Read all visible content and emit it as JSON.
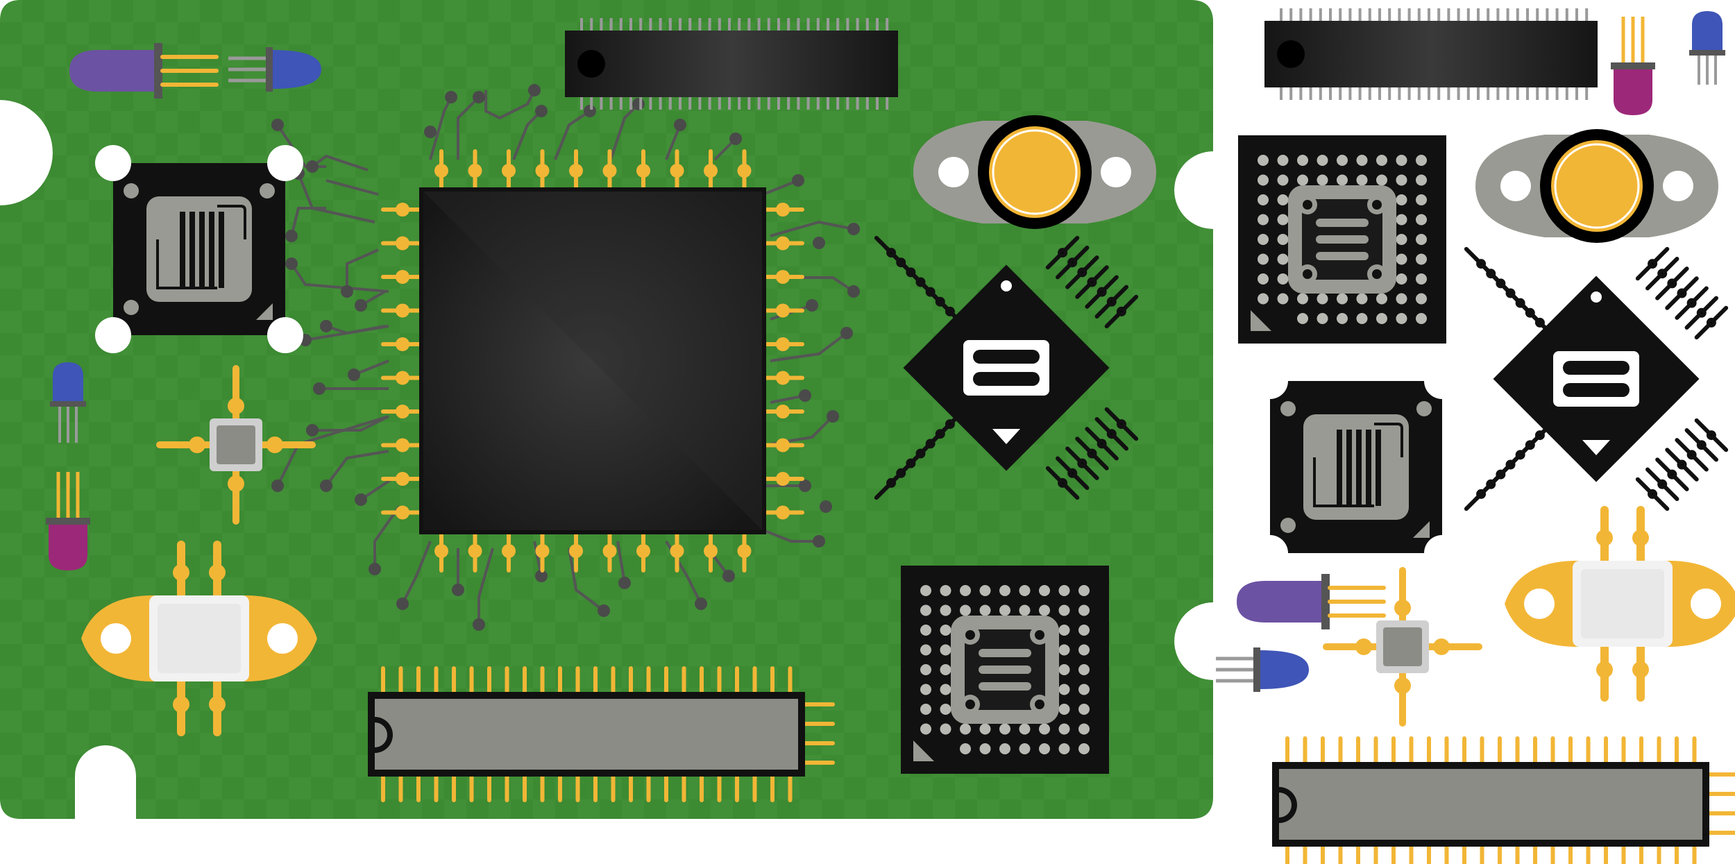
{
  "illustration": {
    "subject": "pcb-electronic-components",
    "colors": {
      "board": "#3c8a32",
      "board_checker": "#44933a",
      "trace": "#555555",
      "via": "#4a4a4a",
      "chip_black": "#111111",
      "chip_body": "#262626",
      "pin_gold": "#f2b636",
      "pin_grey": "#9a9a9a",
      "body_grey": "#8c8c87",
      "light_grey": "#b9b9b4",
      "white": "#ffffff",
      "led_purple": "#6c52a3",
      "led_blue": "#3f55b7",
      "led_magenta": "#9c2879"
    },
    "board_components": [
      {
        "id": "board-dip-top",
        "type": "dip-ic"
      },
      {
        "id": "board-qfp-main",
        "type": "qfp-ic"
      },
      {
        "id": "board-transistor-can",
        "type": "to-3-transistor"
      },
      {
        "id": "board-diamond-chip",
        "type": "rotated-qfp"
      },
      {
        "id": "board-bga-chip",
        "type": "bga-socket"
      },
      {
        "id": "board-sensor-chip",
        "type": "sensor-module"
      },
      {
        "id": "board-cross-chip",
        "type": "smd-cross"
      },
      {
        "id": "board-rf-transistor",
        "type": "rf-flange"
      },
      {
        "id": "board-dip-bottom",
        "type": "dip-ic"
      },
      {
        "id": "board-led-purple",
        "type": "led"
      },
      {
        "id": "board-led-blue-small",
        "type": "led"
      },
      {
        "id": "board-led-blue-vertical",
        "type": "led"
      },
      {
        "id": "board-led-magenta",
        "type": "led"
      }
    ],
    "loose_components": [
      {
        "id": "loose-dip-top",
        "type": "dip-ic"
      },
      {
        "id": "loose-led-magenta",
        "type": "led"
      },
      {
        "id": "loose-led-blue",
        "type": "led"
      },
      {
        "id": "loose-bga-chip",
        "type": "bga-socket"
      },
      {
        "id": "loose-transistor-can",
        "type": "to-3-transistor"
      },
      {
        "id": "loose-sensor-chip",
        "type": "sensor-module"
      },
      {
        "id": "loose-diamond-chip",
        "type": "rotated-qfp"
      },
      {
        "id": "loose-led-purple",
        "type": "led"
      },
      {
        "id": "loose-led-blue-small",
        "type": "led"
      },
      {
        "id": "loose-cross-chip",
        "type": "smd-cross"
      },
      {
        "id": "loose-rf-transistor",
        "type": "rf-flange"
      },
      {
        "id": "loose-dip-bottom",
        "type": "dip-ic"
      }
    ]
  }
}
